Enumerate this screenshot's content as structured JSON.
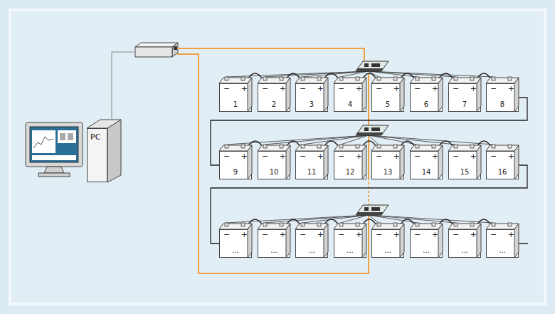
{
  "diagram": {
    "nodes": [
      {
        "text": [
          "PC"
        ]
      },
      {
        "text": [
          "−",
          "+",
          "1"
        ]
      },
      {
        "text": [
          "−",
          "+",
          "2"
        ]
      },
      {
        "text": [
          "−",
          "+",
          "3"
        ]
      },
      {
        "text": [
          "−",
          "+",
          "4"
        ]
      },
      {
        "text": [
          "−",
          "+",
          "5"
        ]
      },
      {
        "text": [
          "−",
          "+",
          "6"
        ]
      },
      {
        "text": [
          "−",
          "+",
          "7"
        ]
      },
      {
        "text": [
          "−",
          "+",
          "8"
        ]
      },
      {
        "text": [
          "−",
          "+",
          "9"
        ]
      },
      {
        "text": [
          "−",
          "+",
          "10"
        ]
      },
      {
        "text": [
          "−",
          "+",
          "11"
        ]
      },
      {
        "text": [
          "−",
          "+",
          "12"
        ]
      },
      {
        "text": [
          "−",
          "+",
          "13"
        ]
      },
      {
        "text": [
          "−",
          "+",
          "14"
        ]
      },
      {
        "text": [
          "−",
          "+",
          "15"
        ]
      },
      {
        "text": [
          "−",
          "+",
          "16"
        ]
      },
      {
        "text": [
          "−",
          "+",
          "..."
        ]
      },
      {
        "text": [
          "−",
          "+",
          "..."
        ]
      },
      {
        "text": [
          "−",
          "+",
          "..."
        ]
      },
      {
        "text": [
          "−",
          "+",
          "..."
        ]
      },
      {
        "text": [
          "−",
          "+",
          "..."
        ]
      },
      {
        "text": [
          "−",
          "+",
          "..."
        ]
      },
      {
        "text": [
          "−",
          "+",
          "..."
        ]
      },
      {
        "text": [
          "−",
          "+",
          "..."
        ]
      }
    ],
    "edges": [
      {
        "from": 1,
        "to": 2,
        "arrow": "none"
      },
      {
        "from": 2,
        "to": 3,
        "arrow": "none"
      },
      {
        "from": 3,
        "to": 4,
        "arrow": "none"
      },
      {
        "from": 4,
        "to": 5,
        "arrow": "none"
      },
      {
        "from": 5,
        "to": 6,
        "arrow": "none"
      },
      {
        "from": 6,
        "to": 7,
        "arrow": "none"
      },
      {
        "from": 7,
        "to": 8,
        "arrow": "none"
      },
      {
        "from": 8,
        "to": 9,
        "arrow": "none"
      },
      {
        "from": 9,
        "to": 10,
        "arrow": "none"
      },
      {
        "from": 10,
        "to": 11,
        "arrow": "none"
      },
      {
        "from": 11,
        "to": 12,
        "arrow": "none"
      },
      {
        "from": 12,
        "to": 13,
        "arrow": "none"
      },
      {
        "from": 13,
        "to": 14,
        "arrow": "none"
      },
      {
        "from": 14,
        "to": 15,
        "arrow": "none"
      },
      {
        "from": 15,
        "to": 16,
        "arrow": "none"
      },
      {
        "from": 16,
        "to": 17,
        "arrow": "none"
      },
      {
        "from": 17,
        "to": 18,
        "arrow": "none"
      },
      {
        "from": 18,
        "to": 19,
        "arrow": "none"
      },
      {
        "from": 19,
        "to": 20,
        "arrow": "none"
      },
      {
        "from": 20,
        "to": 21,
        "arrow": "none"
      },
      {
        "from": 21,
        "to": 22,
        "arrow": "none"
      },
      {
        "from": 22,
        "to": 23,
        "arrow": "none"
      },
      {
        "from": 23,
        "to": 24,
        "arrow": "none"
      }
    ]
  }
}
